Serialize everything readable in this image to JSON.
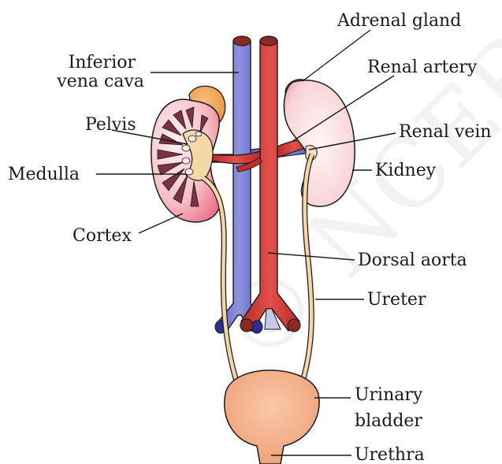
{
  "labels": {
    "adrenal_gland": "Adrenal gland",
    "inferior_vena_cava_1": "Inferior",
    "inferior_vena_cava_2": "vena cava",
    "renal_artery": "Renal artery",
    "renal_vein": "Renal vein",
    "pelvis": "Pelvis",
    "medulla": "Medulla",
    "kidney": "Kidney",
    "cortex": "Cortex",
    "dorsal_aorta": "Dorsal aorta",
    "ureter": "Ureter",
    "urinary_bladder_1": "Urinary",
    "urinary_bladder_2": "bladder",
    "urethra": "Urethra"
  },
  "watermark": "© NCERT not to be republished",
  "colors": {
    "vein": "#7b7fd0",
    "artery": "#d8403a",
    "kidney_pink": "#f7c6cb",
    "adrenal": "#f2a95a",
    "ureter": "#f6d6a6",
    "bladder": "#f5b48a"
  }
}
